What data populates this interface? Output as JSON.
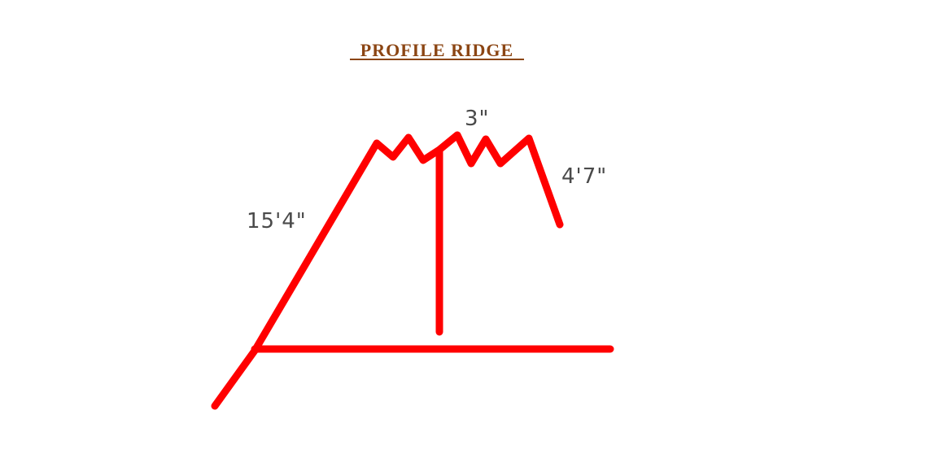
{
  "title": "PROFILE  RIDGE",
  "colors": {
    "title": "#8b4513",
    "profile_line": "#ff0000",
    "dimension_text": "#4a4a4a"
  },
  "dimensions": {
    "top": "3\"",
    "right_leg": "4'7\"",
    "left_slope": "15'4\""
  }
}
